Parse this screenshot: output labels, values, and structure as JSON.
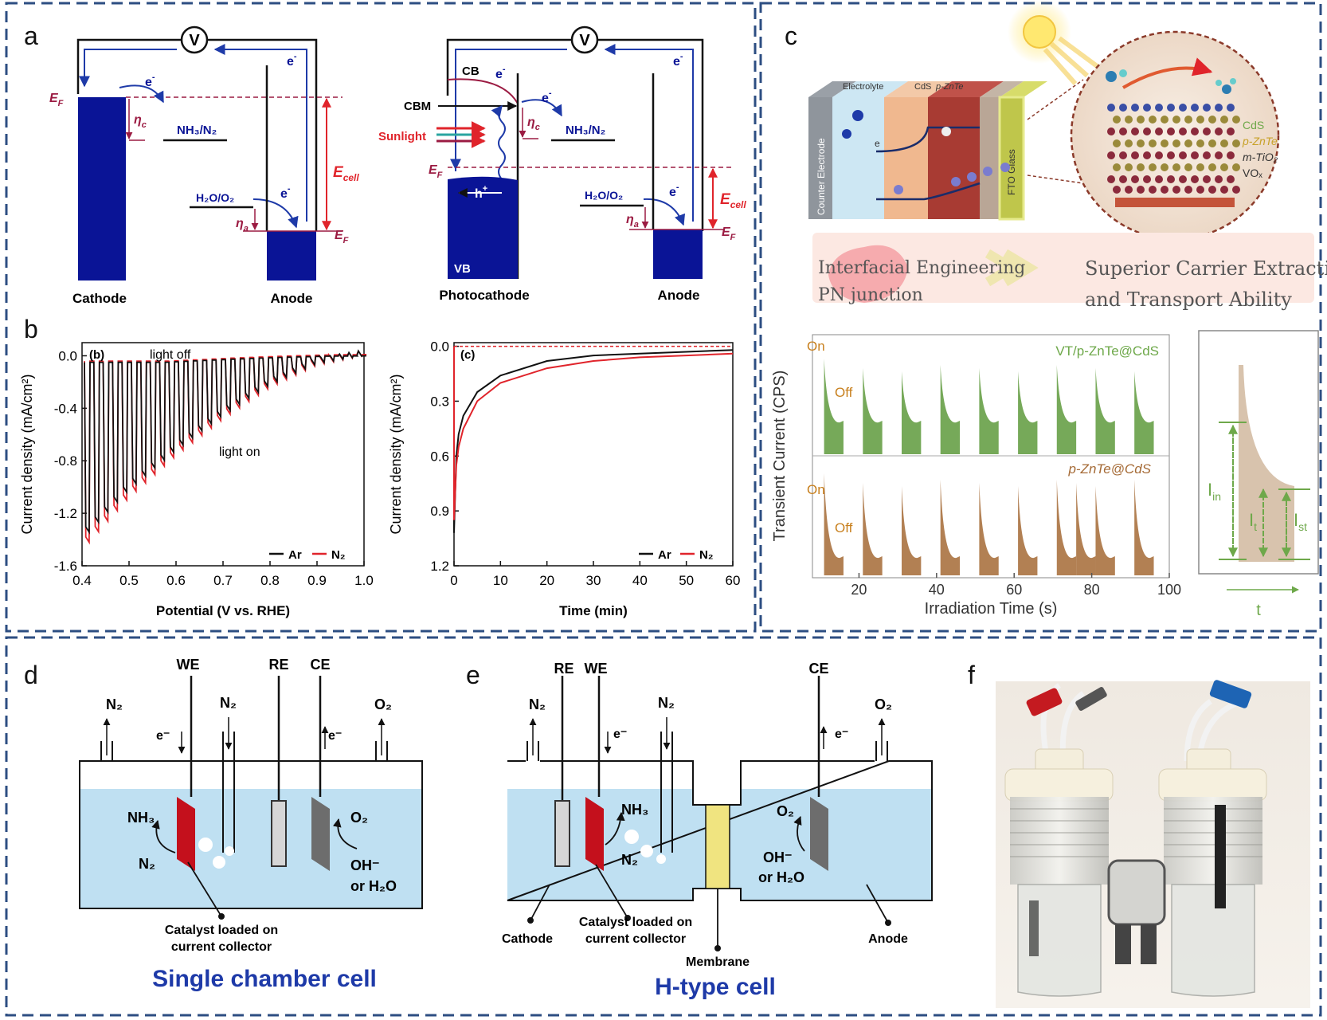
{
  "panel_letters": {
    "a": "a",
    "b": "b",
    "c": "c",
    "d": "d",
    "e": "e",
    "f": "f"
  },
  "a": {
    "voltmeter": "V",
    "electron": "e",
    "minus": "-",
    "ef": "E",
    "ef_sub": "F",
    "eta": "η",
    "eta_c_sub": "c",
    "eta_a_sub": "a",
    "nh3n2": "NH₃/N₂",
    "h2oo2": "H₂O/O₂",
    "ecell": "E",
    "ecell_sub": "cell",
    "cathode": "Cathode",
    "anode": "Anode",
    "photocathode": "Photocathode",
    "cb": "CB",
    "cbm": "CBM",
    "vb": "VB",
    "sunlight": "Sunlight",
    "hole": "h",
    "plus": "+"
  },
  "b": {
    "inner_label_1": "(b)",
    "inner_label_2": "(c)",
    "light_off": "light off",
    "light_on": "light on",
    "ylabel": "Current density (mA/cm²)",
    "xlabel1": "Potential (V vs. RHE)",
    "xlabel2": "Time (min)",
    "legend_ar": "Ar",
    "legend_n2": "N₂"
  },
  "chart_data": [
    {
      "type": "line",
      "xlabel": "Potential (V vs. RHE)",
      "ylabel": "Current density (mA/cm²)",
      "xlim": [
        0.4,
        1.0
      ],
      "ylim": [
        -1.6,
        0.1
      ],
      "x_ticks": [
        "0.4",
        "0.5",
        "0.6",
        "0.7",
        "0.8",
        "0.9",
        "1.0"
      ],
      "y_ticks": [
        "0.0",
        "-0.4",
        "-0.8",
        "-1.2",
        "-1.6"
      ],
      "annotations": [
        "light off",
        "light on"
      ],
      "series": [
        {
          "name": "Ar",
          "color": "#111111",
          "x": [
            0.4,
            0.5,
            0.6,
            0.7,
            0.8,
            0.9,
            1.0
          ],
          "values": [
            -1.4,
            -1.02,
            -0.72,
            -0.45,
            -0.22,
            -0.06,
            0.0
          ]
        },
        {
          "name": "N₂",
          "color": "#e0242b",
          "x": [
            0.4,
            0.5,
            0.6,
            0.7,
            0.8,
            0.9,
            1.0
          ],
          "values": [
            -1.48,
            -1.08,
            -0.76,
            -0.48,
            -0.24,
            -0.07,
            0.0
          ]
        }
      ]
    },
    {
      "type": "line",
      "xlabel": "Time (min)",
      "ylabel": "Current density (mA/cm²)",
      "xlim": [
        0,
        60
      ],
      "ylim": [
        -0.02,
        1.2
      ],
      "y_inverted": true,
      "x_ticks": [
        "0",
        "10",
        "20",
        "30",
        "40",
        "50",
        "60"
      ],
      "y_ticks": [
        "0.0",
        "0.3",
        "0.6",
        "0.9",
        "1.2"
      ],
      "series": [
        {
          "name": "Ar",
          "color": "#111111",
          "x": [
            0,
            0.5,
            1,
            2,
            5,
            10,
            20,
            30,
            40,
            50,
            60
          ],
          "values": [
            1.02,
            0.6,
            0.48,
            0.38,
            0.25,
            0.16,
            0.08,
            0.05,
            0.04,
            0.03,
            0.02
          ]
        },
        {
          "name": "N₂",
          "color": "#e0242b",
          "x": [
            0,
            0.5,
            1,
            2,
            5,
            10,
            20,
            30,
            40,
            50,
            60
          ],
          "values": [
            0.95,
            0.65,
            0.55,
            0.45,
            0.3,
            0.2,
            0.12,
            0.08,
            0.06,
            0.05,
            0.04
          ]
        }
      ]
    },
    {
      "type": "line",
      "title": "",
      "xlabel": "Irradiation Time (s)",
      "ylabel": "Transient Current (CPS)",
      "xlim": [
        8,
        100
      ],
      "x_ticks": [
        "20",
        "40",
        "60",
        "80",
        "100"
      ],
      "series": [
        {
          "name": "VT/p-ZnTe@CdS",
          "color": "#5e9a3c",
          "x_on": [
            11,
            21,
            31,
            41,
            51,
            61,
            71,
            81,
            91
          ]
        },
        {
          "name": "p-ZnTe@CdS",
          "color": "#a56a35",
          "x_on": [
            11,
            21,
            31,
            41,
            51,
            61,
            71,
            76,
            81,
            91
          ]
        }
      ]
    }
  ],
  "c": {
    "layers": {
      "electrolyte": "Electrolyte",
      "cds": "CdS",
      "pznte": "p-ZnTe",
      "counter": "Counter Electrode",
      "fto": "FTO Glass"
    },
    "electron": "e",
    "crystal_legend": [
      "CdS",
      "p-ZnTe",
      "m-TiO₂",
      "VOₓ"
    ],
    "banner_left_1": "Interfacial Engineering",
    "banner_left_2": "PN junction",
    "banner_right_1": "Superior Carrier Extraction",
    "banner_right_2": "and Transport Ability",
    "series_top": "VT/p-ZnTe@CdS",
    "series_bottom": "p-ZnTe@CdS",
    "on": "On",
    "off": "Off",
    "xlabel": "Irradiation Time (s)",
    "ylabel": "Transient Current (CPS)",
    "schematic": {
      "iin": "I",
      "iin_sub": "in",
      "it": "I",
      "it_sub": "t",
      "ist": "I",
      "ist_sub": "st",
      "t": "t"
    }
  },
  "d": {
    "we": "WE",
    "re": "RE",
    "ce": "CE",
    "n2": "N₂",
    "o2": "O₂",
    "e": "e⁻",
    "nh3": "NH₃",
    "oh": "OH⁻",
    "orh2o": "or H₂O",
    "catalyst_1": "Catalyst loaded on",
    "catalyst_2": "current collector",
    "title": "Single chamber cell"
  },
  "e": {
    "we": "WE",
    "re": "RE",
    "ce": "CE",
    "n2": "N₂",
    "o2": "O₂",
    "e": "e⁻",
    "nh3": "NH₃",
    "oh": "OH⁻",
    "orh2o": "or H₂O",
    "catalyst_1": "Catalyst loaded on",
    "catalyst_2": "current collector",
    "cathode": "Cathode",
    "anode": "Anode",
    "membrane": "Membrane",
    "title": "H-type cell"
  },
  "colors": {
    "navy": "#0a1496",
    "red": "#e0242b",
    "maroon": "#9b1b42",
    "blue": "#1e3aa8",
    "frame": "#2d4e82",
    "electrolyte": "#bfe0f2",
    "green": "#6ea84a",
    "brown": "#a56a35"
  }
}
